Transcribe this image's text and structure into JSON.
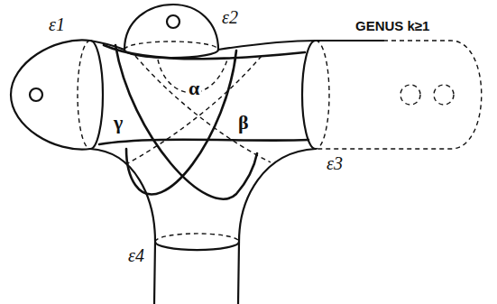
{
  "diagram": {
    "labels": [
      "ε1",
      "ε2",
      "GENUS k≥1",
      "α",
      "γ",
      "β",
      "ε3",
      "ε4"
    ]
  }
}
